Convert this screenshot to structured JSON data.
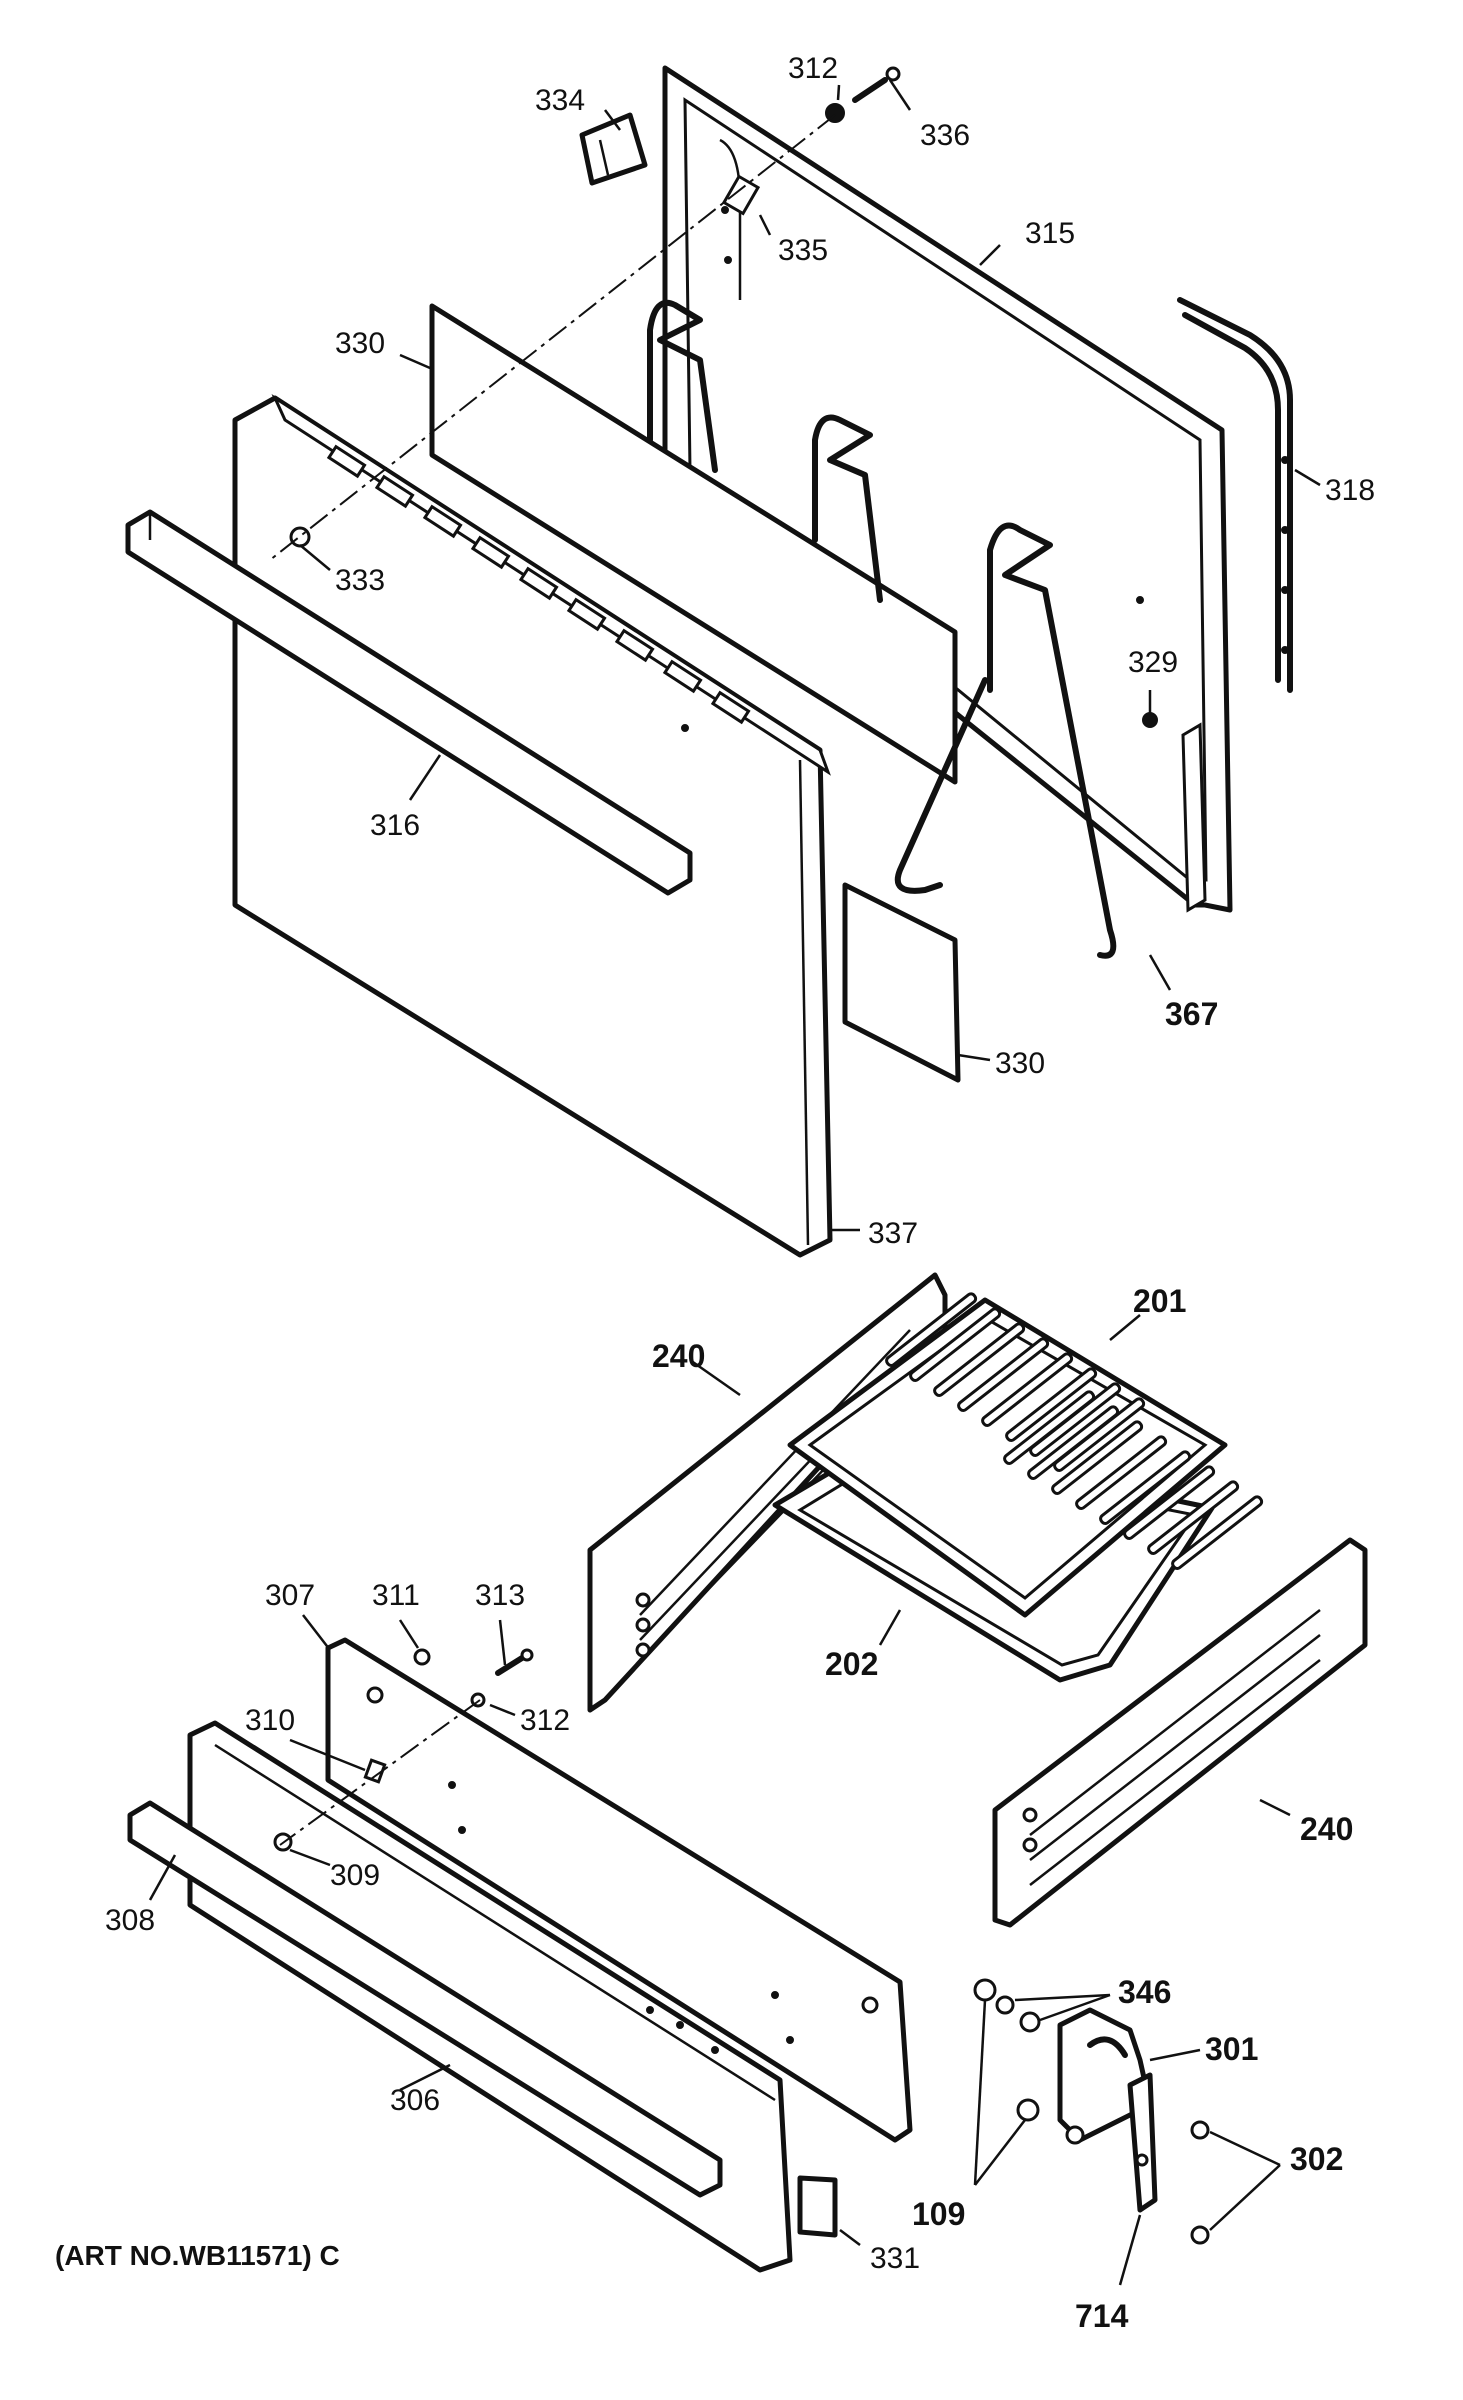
{
  "labels": {
    "l312a": "312",
    "l336": "336",
    "l334": "334",
    "l335": "335",
    "l315": "315",
    "l330a": "330",
    "l318": "318",
    "l333": "333",
    "l316": "316",
    "l329": "329",
    "l367": "367",
    "l330b": "330",
    "l337": "337",
    "l201": "201",
    "l240a": "240",
    "l202": "202",
    "l307": "307",
    "l311": "311",
    "l313": "313",
    "l312b": "312",
    "l310": "310",
    "l309": "309",
    "l308": "308",
    "l240b": "240",
    "l306": "306",
    "l346": "346",
    "l301": "301",
    "l302": "302",
    "l109": "109",
    "l331": "331",
    "l714": "714"
  },
  "art_number": "(ART NO.WB11571) C"
}
